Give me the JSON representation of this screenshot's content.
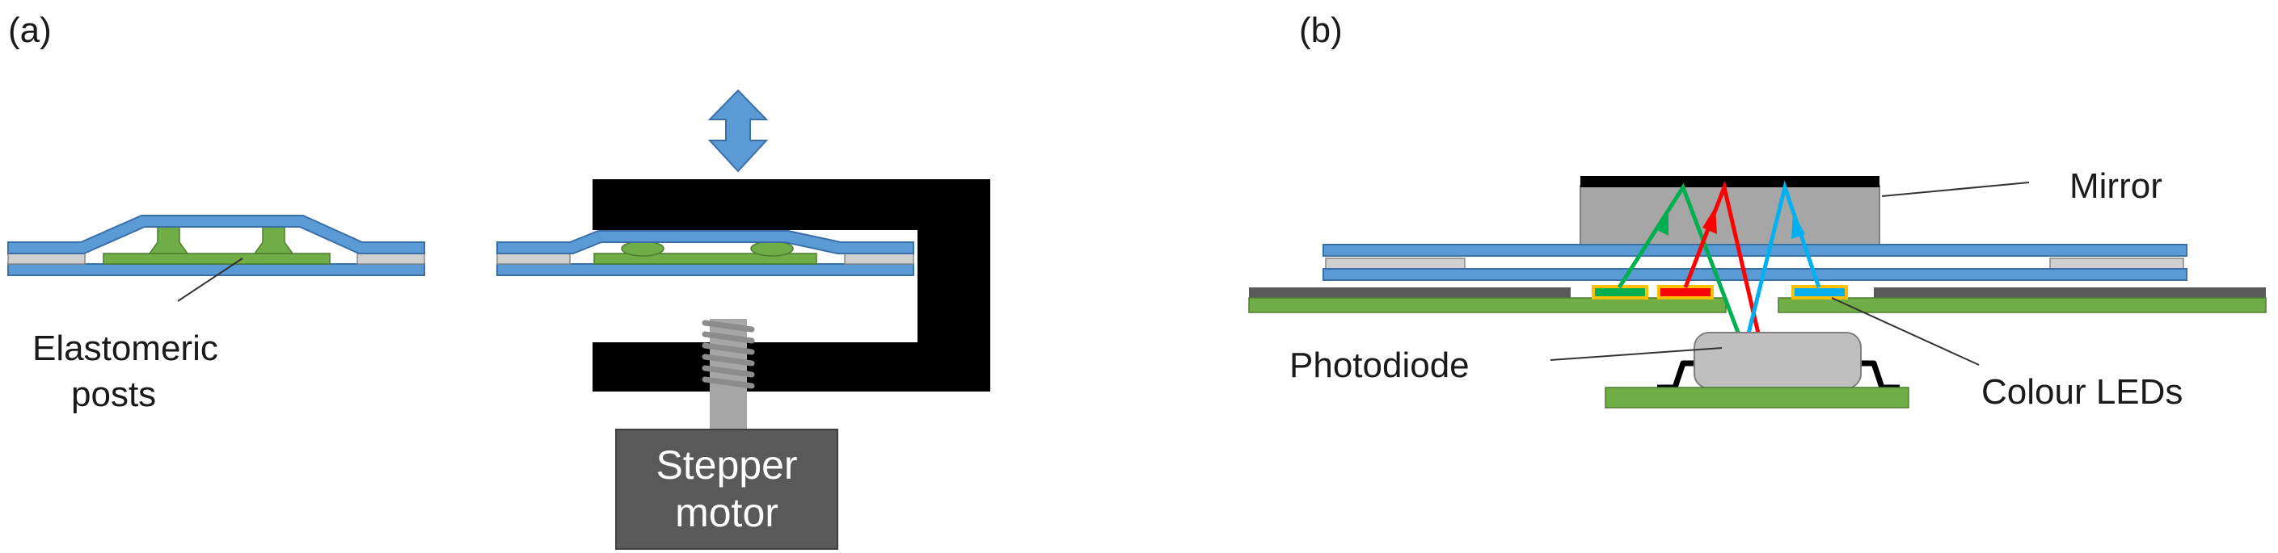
{
  "panel_a": {
    "label": "(a)",
    "elastomeric_label": [
      "Elastomeric",
      "posts"
    ],
    "motor_label": [
      "Stepper",
      "motor"
    ]
  },
  "panel_b": {
    "label": "(b)",
    "mirror_label": "Mirror",
    "photodiode_label": "Photodiode",
    "leds_label": "Colour LEDs"
  },
  "colors": {
    "membrane_blue": "#5b9bd5",
    "membrane_stroke": "#3a6fa8",
    "post_green": "#70ad47",
    "post_stroke": "#4e7d30",
    "spacer_gray": "#d0d0d0",
    "clamp_black": "#000000",
    "motor_gray": "#595959",
    "screw_gray": "#a6a6a6",
    "mirror_gray": "#a6a6a6",
    "photodiode_gray": "#bfbfbf",
    "led_green": "#00b050",
    "led_red": "#ff0000",
    "led_blue": "#00b0f0",
    "led_pad_orange": "#ffc000",
    "board_dark": "#595959"
  }
}
